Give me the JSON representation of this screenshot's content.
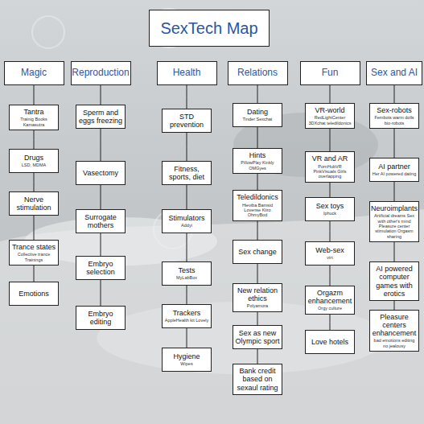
{
  "diagram": {
    "nodes": [
      {
        "text": [
          "SexTech Map"
        ]
      },
      {
        "text": [
          "Magic"
        ]
      },
      {
        "text": [
          "Tantra",
          "Trainig Books Kamasutra"
        ]
      },
      {
        "text": [
          "Drugs",
          "LSD, MDMA"
        ]
      },
      {
        "text": [
          "Nerve stimulation"
        ]
      },
      {
        "text": [
          "Trance states",
          "Collective trance Trainings"
        ]
      },
      {
        "text": [
          "Emotions"
        ]
      },
      {
        "text": [
          "Reproduction"
        ]
      },
      {
        "text": [
          "Sperm and eggs freezing"
        ]
      },
      {
        "text": [
          "Vasectomy"
        ]
      },
      {
        "text": [
          "Surrogate mothers"
        ]
      },
      {
        "text": [
          "Embryo selection"
        ]
      },
      {
        "text": [
          "Embryo editing"
        ]
      },
      {
        "text": [
          "Health"
        ]
      },
      {
        "text": [
          "STD prevention"
        ]
      },
      {
        "text": [
          "Fitness, sports, diet"
        ]
      },
      {
        "text": [
          "Stimulators",
          "Addyi"
        ]
      },
      {
        "text": [
          "Tests",
          "MyLabBox"
        ]
      },
      {
        "text": [
          "Trackers",
          "AppleHealth kit Lovely"
        ]
      },
      {
        "text": [
          "Hygiene",
          "Wipes"
        ]
      },
      {
        "text": [
          "Relations"
        ]
      },
      {
        "text": [
          "Dating",
          "Tinder Sexchat"
        ]
      },
      {
        "text": [
          "Hints",
          "PillowPlay Kinkly OMGyes"
        ]
      },
      {
        "text": [
          "Teledildonics",
          "Hieviba Bamsid Lovense Kiiro OhmyBod"
        ]
      },
      {
        "text": [
          "Sex change"
        ]
      },
      {
        "text": [
          "New relation ethics",
          "Polyamora"
        ]
      },
      {
        "text": [
          "Sex as new Olympic sport"
        ]
      },
      {
        "text": [
          "Bank credit based on sexaul rating"
        ]
      },
      {
        "text": [
          "Fun"
        ]
      },
      {
        "text": [
          "VR-world",
          "RedLightCenter 3DXchat teledildonics"
        ]
      },
      {
        "text": [
          "VR and AR",
          "PornHubVR PinkVisuals Girls overlapping"
        ]
      },
      {
        "text": [
          "Sex toys",
          "Iphuck"
        ]
      },
      {
        "text": [
          "Web-sex",
          "virt"
        ]
      },
      {
        "text": [
          "Orgazm enhancement",
          "Orgy culture"
        ]
      },
      {
        "text": [
          "Love hotels"
        ]
      },
      {
        "text": [
          "Sex and AI"
        ]
      },
      {
        "text": [
          "Sex-robots",
          "Fembots warm dolls bio-robots"
        ]
      },
      {
        "text": [
          "AI partner",
          "Her AI powered dating"
        ]
      },
      {
        "text": [
          "Neuroimplants",
          "Artificial dreams Sex with other's mind Pleasure center stimulation Orgasm sharing"
        ]
      },
      {
        "text": [
          "AI powered computer games with erotics"
        ]
      },
      {
        "text": [
          "Pleasure centers enhancement",
          "bad emotions editing no jealousy"
        ]
      }
    ],
    "edges": [
      {
        "from": 1,
        "to": 2,
        "arrow": "none"
      },
      {
        "from": 2,
        "to": 3,
        "arrow": "none"
      },
      {
        "from": 3,
        "to": 4,
        "arrow": "none"
      },
      {
        "from": 4,
        "to": 5,
        "arrow": "none"
      },
      {
        "from": 5,
        "to": 6,
        "arrow": "none"
      },
      {
        "from": 7,
        "to": 8,
        "arrow": "none"
      },
      {
        "from": 8,
        "to": 9,
        "arrow": "none"
      },
      {
        "from": 9,
        "to": 10,
        "arrow": "none"
      },
      {
        "from": 10,
        "to": 11,
        "arrow": "none"
      },
      {
        "from": 11,
        "to": 12,
        "arrow": "none"
      },
      {
        "from": 13,
        "to": 14,
        "arrow": "none"
      },
      {
        "from": 14,
        "to": 15,
        "arrow": "none"
      },
      {
        "from": 15,
        "to": 16,
        "arrow": "none"
      },
      {
        "from": 16,
        "to": 17,
        "arrow": "none"
      },
      {
        "from": 17,
        "to": 18,
        "arrow": "none"
      },
      {
        "from": 18,
        "to": 19,
        "arrow": "none"
      },
      {
        "from": 20,
        "to": 21,
        "arrow": "none"
      },
      {
        "from": 21,
        "to": 22,
        "arrow": "none"
      },
      {
        "from": 22,
        "to": 23,
        "arrow": "none"
      },
      {
        "from": 23,
        "to": 24,
        "arrow": "none"
      },
      {
        "from": 24,
        "to": 25,
        "arrow": "none"
      },
      {
        "from": 25,
        "to": 26,
        "arrow": "none"
      },
      {
        "from": 26,
        "to": 27,
        "arrow": "none"
      },
      {
        "from": 28,
        "to": 29,
        "arrow": "none"
      },
      {
        "from": 29,
        "to": 30,
        "arrow": "none"
      },
      {
        "from": 30,
        "to": 31,
        "arrow": "none"
      },
      {
        "from": 31,
        "to": 32,
        "arrow": "none"
      },
      {
        "from": 32,
        "to": 33,
        "arrow": "none"
      },
      {
        "from": 33,
        "to": 34,
        "arrow": "none"
      },
      {
        "from": 35,
        "to": 36,
        "arrow": "none"
      },
      {
        "from": 36,
        "to": 37,
        "arrow": "none"
      },
      {
        "from": 37,
        "to": 38,
        "arrow": "none"
      },
      {
        "from": 38,
        "to": 39,
        "arrow": "none"
      },
      {
        "from": 39,
        "to": 40,
        "arrow": "none"
      }
    ]
  }
}
